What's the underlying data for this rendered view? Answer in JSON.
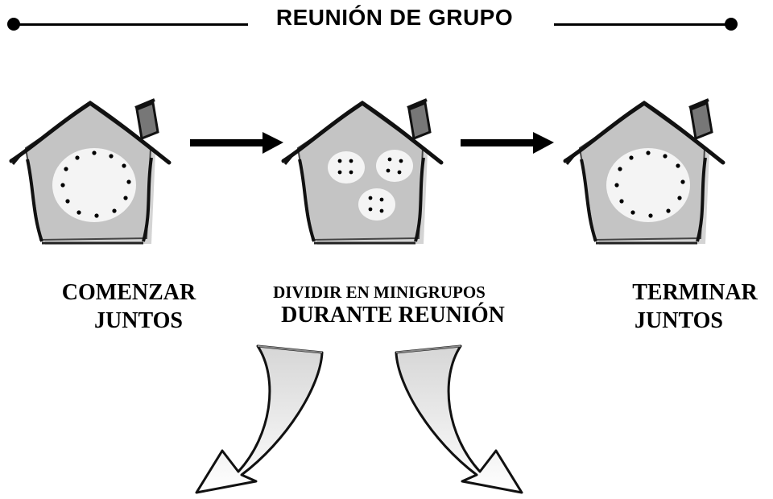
{
  "title": "REUNIÓN DE GRUPO",
  "stages": [
    {
      "line1": "COMENZAR",
      "line2": "JUNTOS"
    },
    {
      "line1": "DIVIDIR EN MINIGRUPOS",
      "line2": "DURANTE REUNIÓN"
    },
    {
      "line1": "TERMINAR",
      "line2": "JUNTOS"
    }
  ],
  "icons": {
    "house": "house-icon",
    "arrow": "right-arrow-icon",
    "curved_arrow": "curved-down-arrow-icon"
  },
  "colors": {
    "house_fill": "#c8c8c8",
    "inner_fill": "#f2f2f2",
    "ink": "#000000"
  }
}
